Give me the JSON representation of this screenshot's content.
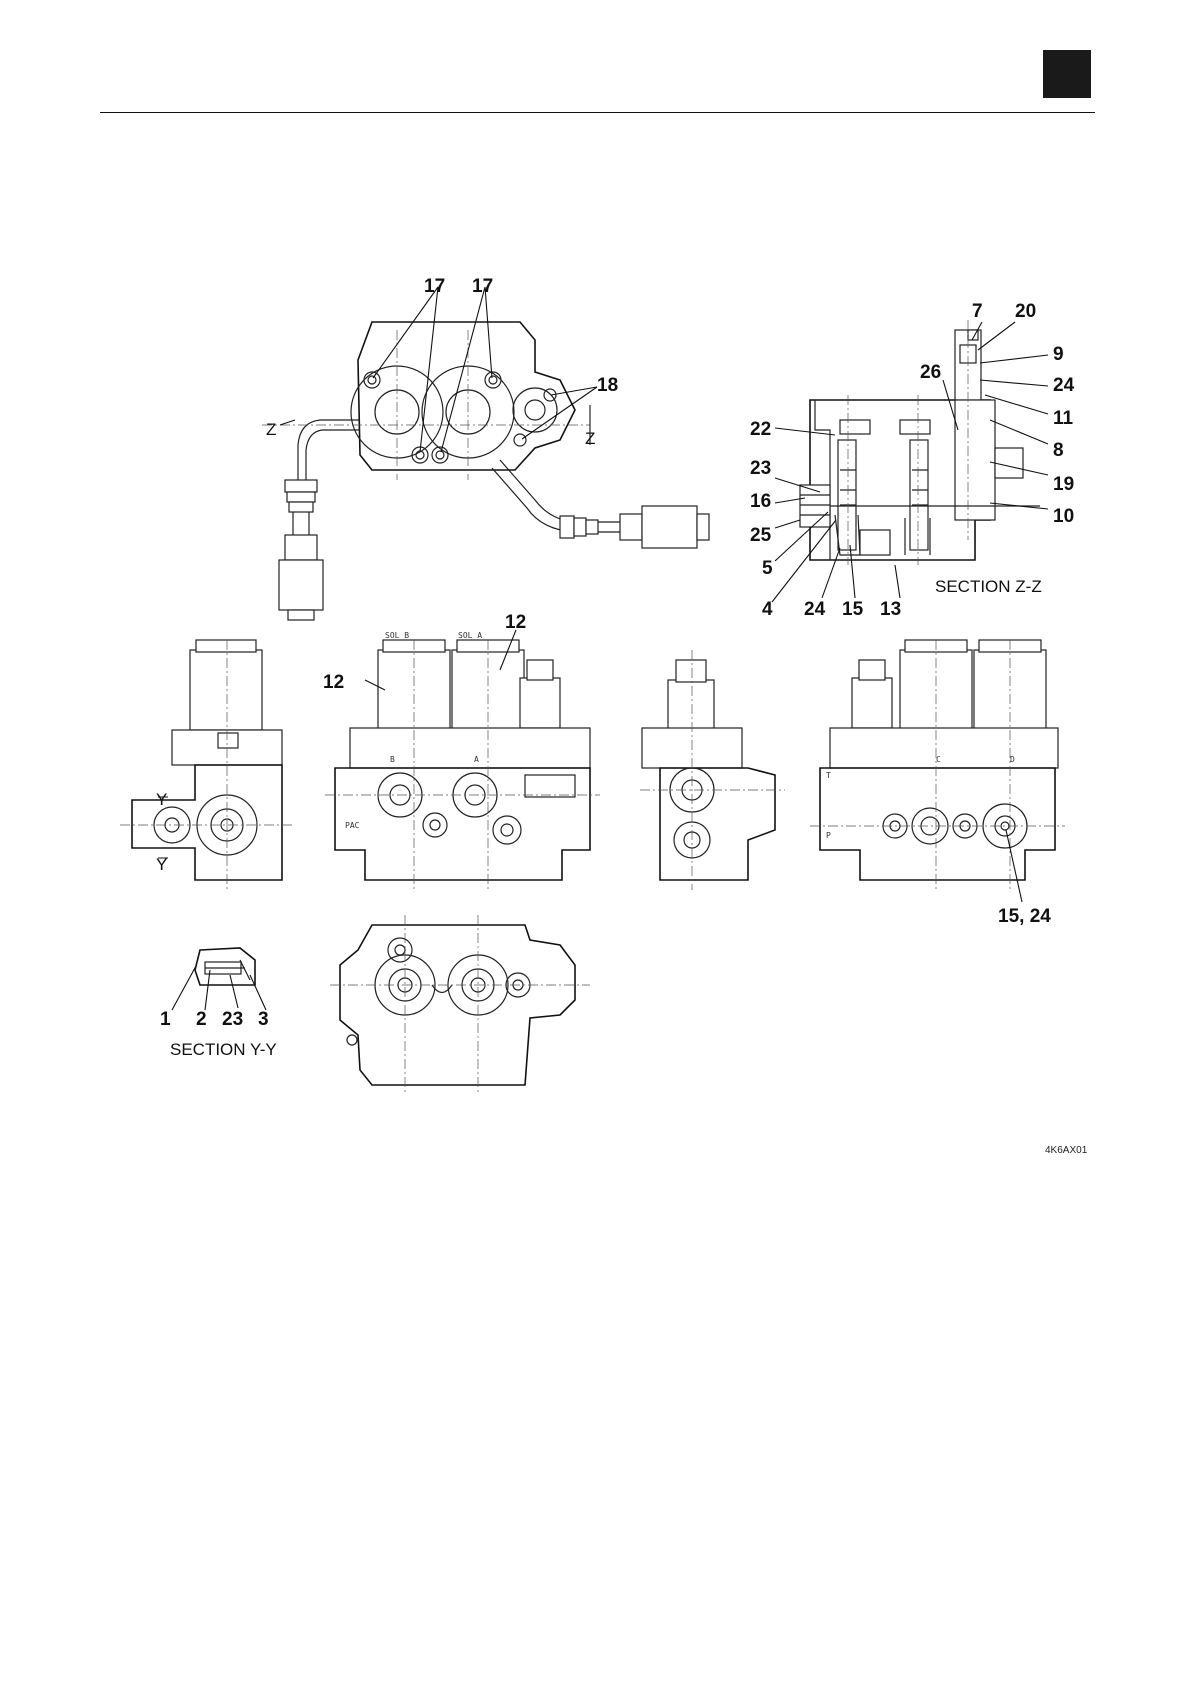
{
  "figure": {
    "reference_code": "4K6AX01",
    "top_view": {
      "labels": [
        "17",
        "17",
        "18"
      ],
      "section_markers": [
        "Z",
        "Z"
      ]
    },
    "section_zz": {
      "title": "SECTION Z-Z",
      "labels_right": [
        "7",
        "20",
        "9",
        "24",
        "11",
        "8",
        "19",
        "10"
      ],
      "labels_left": [
        "26",
        "22",
        "23",
        "16",
        "25",
        "5"
      ],
      "labels_bottom": [
        "4",
        "24",
        "15",
        "13"
      ]
    },
    "left_view": {
      "section_markers": [
        "Y",
        "Y"
      ]
    },
    "front_view": {
      "labels": [
        "12",
        "12"
      ],
      "etched_text": [
        "SOL B",
        "SOL A",
        "B",
        "A",
        "PAC"
      ]
    },
    "rear_view": {
      "labels": [
        "15, 24"
      ],
      "etched_text": [
        "T",
        "C",
        "D",
        "P"
      ]
    },
    "section_yy": {
      "title": "SECTION Y-Y",
      "labels": [
        "1",
        "2",
        "23",
        "3"
      ]
    }
  }
}
